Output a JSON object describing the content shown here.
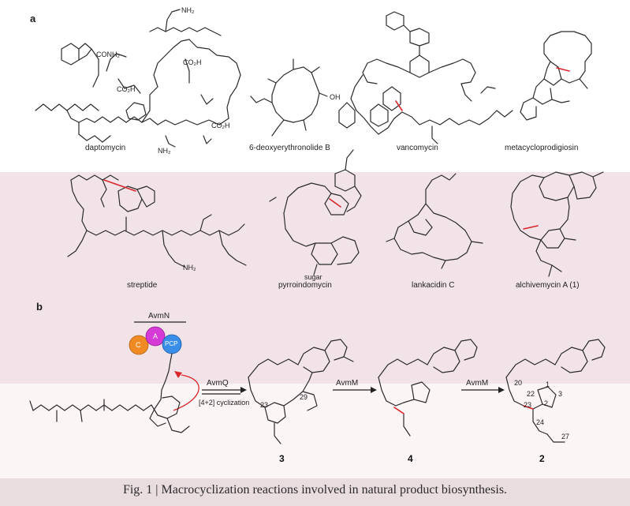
{
  "panels": {
    "a": "a",
    "b": "b"
  },
  "compounds_row1": {
    "daptomycin": "daptomycin",
    "deoxyerythronolide": "6-deoxyerythronolide B",
    "vancomycin": "vancomycin",
    "metacycloprodigiosin": "metacycloprodigiosin"
  },
  "compounds_row2": {
    "streptide": "streptide",
    "pyrroindomycin": "pyrroindomycin",
    "lankacidin": "lankacidin C",
    "alchivemycin": "alchivemycin A (1)"
  },
  "pathway": {
    "enzyme_top": "AvmN",
    "domain_c": "C",
    "domain_a": "A",
    "domain_pcp": "PCP",
    "enzyme_q": "AvmQ",
    "cyclization": "[4+2] cyclization",
    "enzyme_m1": "AvmM",
    "enzyme_m2": "AvmM",
    "compound_3": "3",
    "compound_4": "4",
    "compound_2": "2"
  },
  "atom_labels": {
    "conh2": "CONH₂",
    "co2h_1": "CO₂H",
    "co2h_2": "CO₂H",
    "co2h_3": "CO₂H",
    "nh2_1": "NH₂",
    "nh2_2": "NH₂",
    "nh2_3": "NH₂",
    "oh": "OH",
    "sugar": "sugar",
    "n23": "23",
    "n29": "29",
    "n20": "20",
    "n22": "22",
    "n24": "24",
    "n27": "27",
    "n1": "1",
    "n2": "2",
    "n3": "3"
  },
  "caption": "Fig. 1 | Macrocyclization reactions involved in natural product biosynthesis.",
  "colors": {
    "band_pink": "#f1e3e7",
    "domain_c": "#f08a24",
    "domain_a": "#d63ad6",
    "domain_pcp": "#3a8ee8",
    "highlight_bond": "#d8262b"
  }
}
